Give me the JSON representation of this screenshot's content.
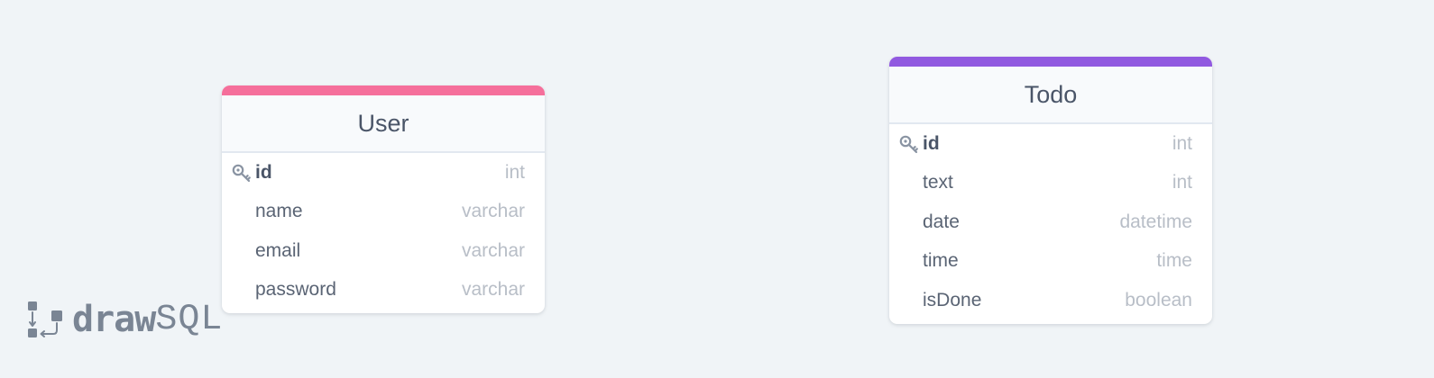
{
  "tables": [
    {
      "id": "user",
      "name": "User",
      "accent_color": "#f56f9b",
      "columns": [
        {
          "name": "id",
          "type": "int",
          "primary_key": true
        },
        {
          "name": "name",
          "type": "varchar"
        },
        {
          "name": "email",
          "type": "varchar"
        },
        {
          "name": "password",
          "type": "varchar"
        }
      ]
    },
    {
      "id": "todo",
      "name": "Todo",
      "accent_color": "#9159e0",
      "columns": [
        {
          "name": "id",
          "type": "int",
          "primary_key": true
        },
        {
          "name": "text",
          "type": "int"
        },
        {
          "name": "date",
          "type": "datetime"
        },
        {
          "name": "time",
          "type": "time"
        },
        {
          "name": "isDone",
          "type": "boolean"
        }
      ]
    }
  ],
  "branding": {
    "logo_draw": "draw",
    "logo_sql": "SQL"
  },
  "icons": {
    "primary_key": "key-icon",
    "logo": "drawsql-logo-icon"
  }
}
